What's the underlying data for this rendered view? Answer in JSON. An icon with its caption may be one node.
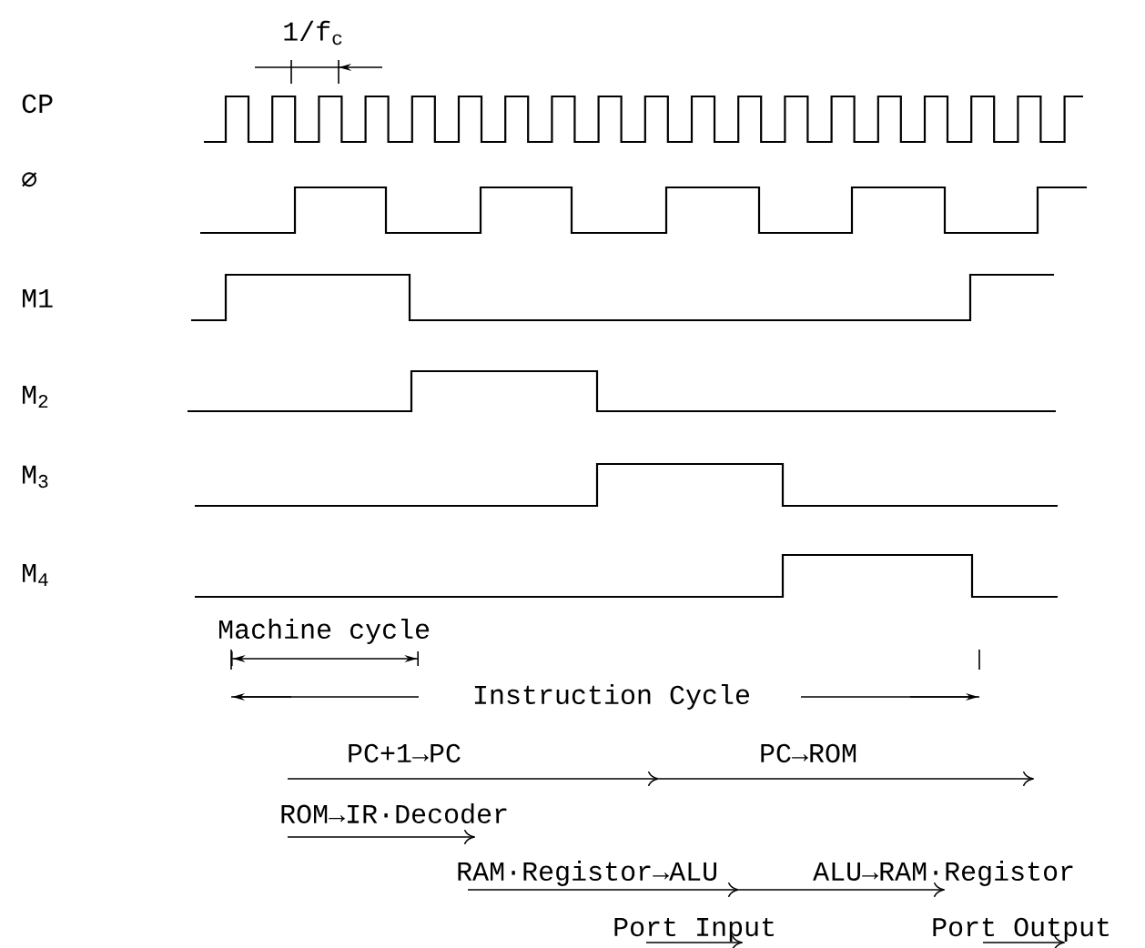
{
  "diagram": {
    "labels": [
      "1/f$_{c}$",
      "CP",
      "∅",
      "M1",
      "M$_{2}$",
      "M$_{3}$",
      "M$_{4}$",
      "Machine cycle",
      "Instruction Cycle",
      "PC+1→PC",
      "PC→ROM",
      "ROM→IR·Decoder",
      "RAM·Registor→ALU",
      "ALU→RAM·Registor",
      "Port Input",
      "Port Output"
    ]
  }
}
